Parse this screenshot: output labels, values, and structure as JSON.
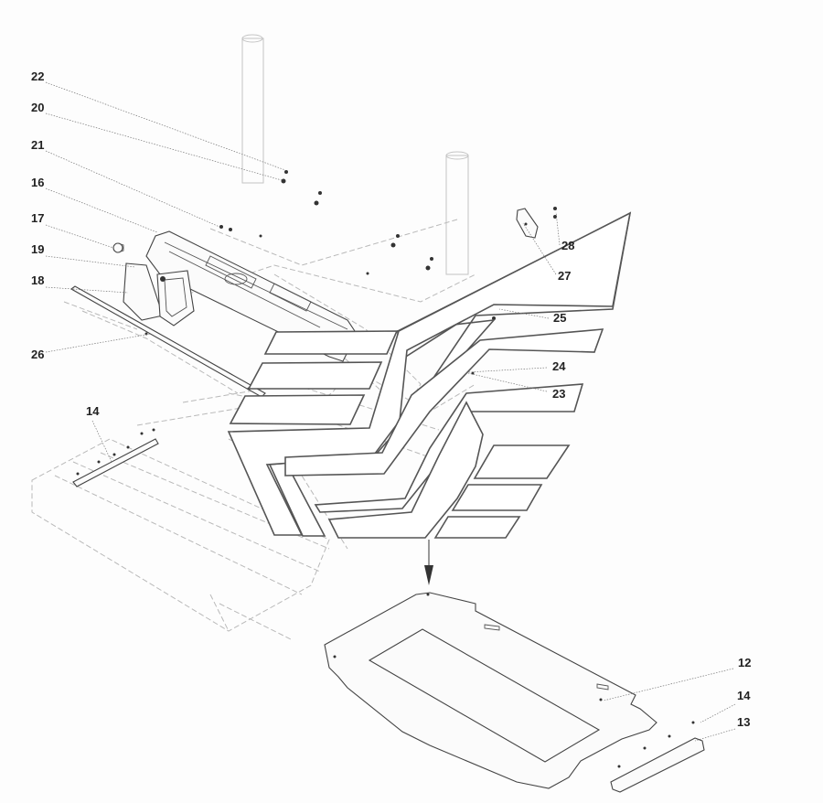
{
  "callouts": [
    {
      "id": "c22",
      "label": "22"
    },
    {
      "id": "c20",
      "label": "20"
    },
    {
      "id": "c21",
      "label": "21"
    },
    {
      "id": "c16",
      "label": "16"
    },
    {
      "id": "c17",
      "label": "17"
    },
    {
      "id": "c19",
      "label": "19"
    },
    {
      "id": "c18",
      "label": "18"
    },
    {
      "id": "c26",
      "label": "26"
    },
    {
      "id": "c28",
      "label": "28"
    },
    {
      "id": "c27",
      "label": "27"
    },
    {
      "id": "c25",
      "label": "25"
    },
    {
      "id": "c24",
      "label": "24"
    },
    {
      "id": "c23",
      "label": "23"
    },
    {
      "id": "c14a",
      "label": "14"
    },
    {
      "id": "c12",
      "label": "12"
    },
    {
      "id": "c14b",
      "label": "14"
    },
    {
      "id": "c13",
      "label": "13"
    }
  ],
  "colors": {
    "line": "#444444",
    "ghost": "#b9b9b9",
    "background": "#fdfdfd"
  }
}
